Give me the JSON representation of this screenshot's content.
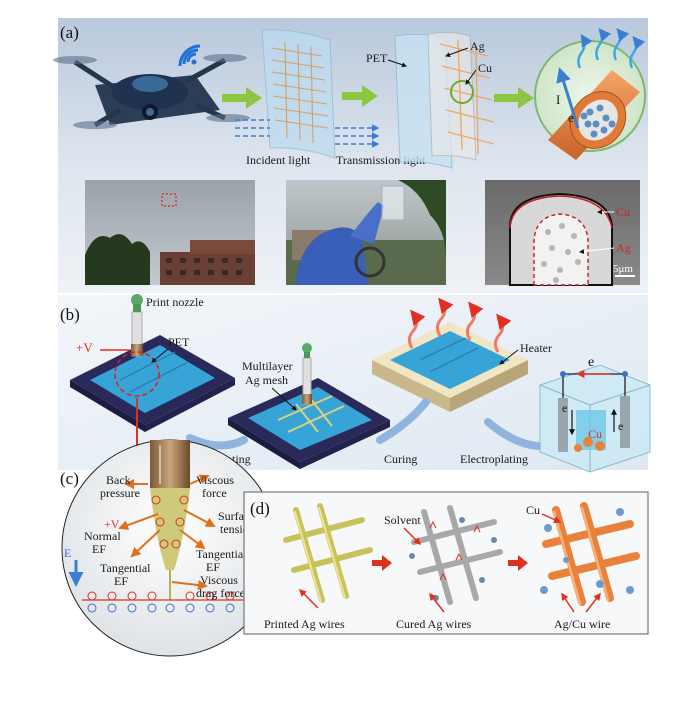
{
  "panels": {
    "a": "(a)",
    "b": "(b)",
    "c": "(c)",
    "d": "(d)"
  },
  "panel_a": {
    "incident": "Incident light",
    "transmission": "Transmission light",
    "pet": "PET",
    "ag": "Ag",
    "cu": "Cu",
    "current": "I",
    "electron": "e",
    "sem_cu": "Cu",
    "sem_ag": "Ag",
    "scale": "5μm"
  },
  "panel_b": {
    "nozzle": "Print nozzle",
    "voltage": "+V",
    "pet": "PET",
    "mesh_line1": "Multilayer",
    "mesh_line2": "Ag mesh",
    "heater": "Heater",
    "printing": "Printing",
    "curing": "Curing",
    "electroplating": "Electroplating",
    "e_top": "e",
    "e_left": "e",
    "e_right": "e",
    "cu_ion": "Cu"
  },
  "panel_c": {
    "back1": "Back",
    "back2": "pressure",
    "voltage": "+V",
    "viscous1": "Viscous",
    "viscous2": "force",
    "surface1": "Surface",
    "surface2": "tension",
    "normal1": "Normal",
    "normal2": "EF",
    "tangential_left1": "Tangential",
    "tangential_left2": "EF",
    "tangential_right1": "Tangential",
    "tangential_right2": "EF",
    "efield": "E",
    "drag1": "Viscous",
    "drag2": "drag force"
  },
  "panel_d": {
    "solvent": "Solvent",
    "cu_ion": "Cu",
    "printed": "Printed Ag wires",
    "cured": "Cured Ag wires",
    "agcu": "Ag/Cu  wire"
  },
  "colors": {
    "arrow_green": "#8dc63f",
    "arrow_red": "#e03020",
    "arrow_blue": "#7fa8d8",
    "pet_blue": "#37a4d8",
    "ag_wire": "#d8d27a",
    "cu_wire": "#e8823a",
    "cured_wire": "#b8b8b8"
  }
}
